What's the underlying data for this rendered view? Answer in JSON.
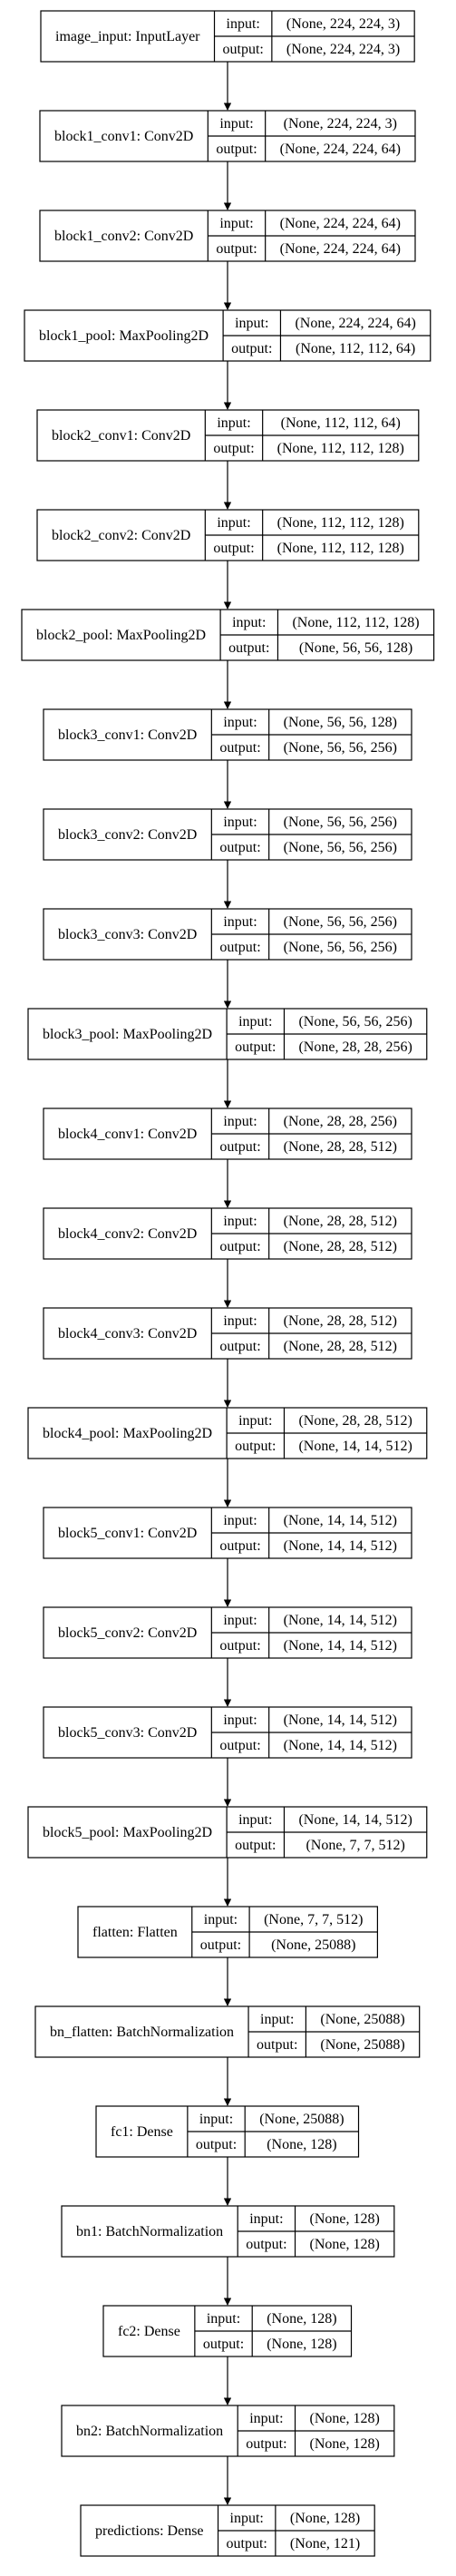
{
  "port_labels": {
    "input": "input:",
    "output": "output:"
  },
  "layers": [
    {
      "name": "image_input: InputLayer",
      "input": "(None, 224, 224, 3)",
      "output": "(None, 224, 224, 3)"
    },
    {
      "name": "block1_conv1: Conv2D",
      "input": "(None, 224, 224, 3)",
      "output": "(None, 224, 224, 64)"
    },
    {
      "name": "block1_conv2: Conv2D",
      "input": "(None, 224, 224, 64)",
      "output": "(None, 224, 224, 64)"
    },
    {
      "name": "block1_pool: MaxPooling2D",
      "input": "(None, 224, 224, 64)",
      "output": "(None, 112, 112, 64)"
    },
    {
      "name": "block2_conv1: Conv2D",
      "input": "(None, 112, 112, 64)",
      "output": "(None, 112, 112, 128)"
    },
    {
      "name": "block2_conv2: Conv2D",
      "input": "(None, 112, 112, 128)",
      "output": "(None, 112, 112, 128)"
    },
    {
      "name": "block2_pool: MaxPooling2D",
      "input": "(None, 112, 112, 128)",
      "output": "(None, 56, 56, 128)"
    },
    {
      "name": "block3_conv1: Conv2D",
      "input": "(None, 56, 56, 128)",
      "output": "(None, 56, 56, 256)"
    },
    {
      "name": "block3_conv2: Conv2D",
      "input": "(None, 56, 56, 256)",
      "output": "(None, 56, 56, 256)"
    },
    {
      "name": "block3_conv3: Conv2D",
      "input": "(None, 56, 56, 256)",
      "output": "(None, 56, 56, 256)"
    },
    {
      "name": "block3_pool: MaxPooling2D",
      "input": "(None, 56, 56, 256)",
      "output": "(None, 28, 28, 256)"
    },
    {
      "name": "block4_conv1: Conv2D",
      "input": "(None, 28, 28, 256)",
      "output": "(None, 28, 28, 512)"
    },
    {
      "name": "block4_conv2: Conv2D",
      "input": "(None, 28, 28, 512)",
      "output": "(None, 28, 28, 512)"
    },
    {
      "name": "block4_conv3: Conv2D",
      "input": "(None, 28, 28, 512)",
      "output": "(None, 28, 28, 512)"
    },
    {
      "name": "block4_pool: MaxPooling2D",
      "input": "(None, 28, 28, 512)",
      "output": "(None, 14, 14, 512)"
    },
    {
      "name": "block5_conv1: Conv2D",
      "input": "(None, 14, 14, 512)",
      "output": "(None, 14, 14, 512)"
    },
    {
      "name": "block5_conv2: Conv2D",
      "input": "(None, 14, 14, 512)",
      "output": "(None, 14, 14, 512)"
    },
    {
      "name": "block5_conv3: Conv2D",
      "input": "(None, 14, 14, 512)",
      "output": "(None, 14, 14, 512)"
    },
    {
      "name": "block5_pool: MaxPooling2D",
      "input": "(None, 14, 14, 512)",
      "output": "(None, 7, 7, 512)"
    },
    {
      "name": "flatten: Flatten",
      "input": "(None, 7, 7, 512)",
      "output": "(None, 25088)"
    },
    {
      "name": "bn_flatten: BatchNormalization",
      "input": "(None, 25088)",
      "output": "(None, 25088)"
    },
    {
      "name": "fc1: Dense",
      "input": "(None, 25088)",
      "output": "(None, 128)"
    },
    {
      "name": "bn1: BatchNormalization",
      "input": "(None, 128)",
      "output": "(None, 128)"
    },
    {
      "name": "fc2: Dense",
      "input": "(None, 128)",
      "output": "(None, 128)"
    },
    {
      "name": "bn2: BatchNormalization",
      "input": "(None, 128)",
      "output": "(None, 128)"
    },
    {
      "name": "predictions: Dense",
      "input": "(None, 128)",
      "output": "(None, 121)"
    }
  ]
}
